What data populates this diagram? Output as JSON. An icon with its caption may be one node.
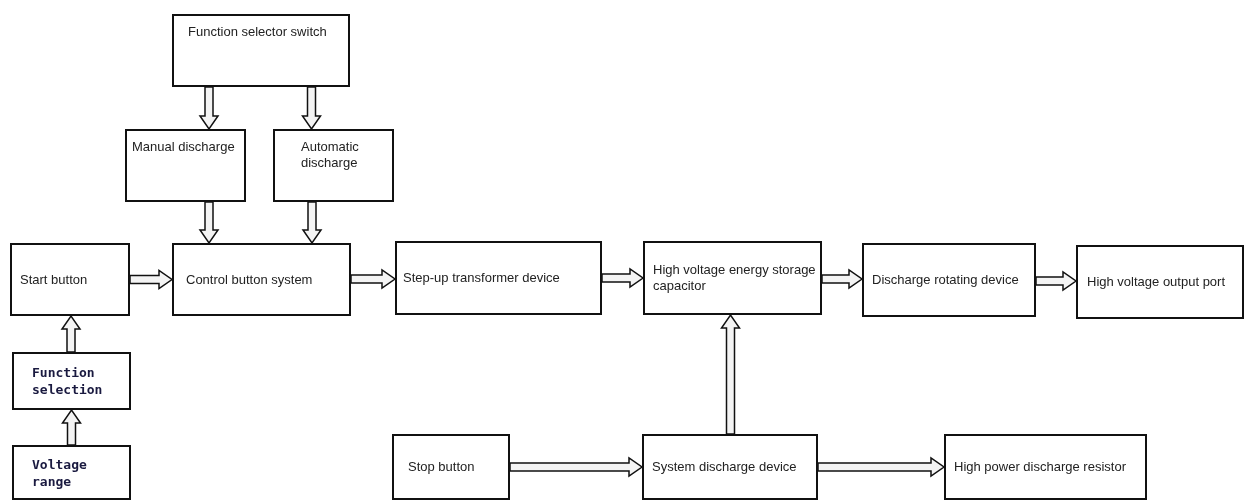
{
  "diagram": {
    "nodes": [
      {
        "text": [
          "Function selector switch"
        ]
      },
      {
        "text": [
          "Manual discharge"
        ]
      },
      {
        "text": [
          "Automatic discharge"
        ]
      },
      {
        "text": [
          "Start button"
        ]
      },
      {
        "text": [
          "Control button system"
        ]
      },
      {
        "text": [
          "Step-up transformer device"
        ]
      },
      {
        "text": [
          "High voltage energy storage capacitor"
        ]
      },
      {
        "text": [
          "Discharge rotating device"
        ]
      },
      {
        "text": [
          "High voltage output port"
        ]
      },
      {
        "text": [
          "Function selection"
        ]
      },
      {
        "text": [
          "Voltage range"
        ]
      },
      {
        "text": [
          "Stop button"
        ]
      },
      {
        "text": [
          "System discharge device"
        ]
      },
      {
        "text": [
          "High power discharge resistor"
        ]
      }
    ],
    "edges": [
      {
        "from": 0,
        "to": 1,
        "arrow": "to"
      },
      {
        "from": 0,
        "to": 2,
        "arrow": "to"
      },
      {
        "from": 1,
        "to": 4,
        "arrow": "to"
      },
      {
        "from": 2,
        "to": 4,
        "arrow": "to"
      },
      {
        "from": 3,
        "to": 4,
        "arrow": "to"
      },
      {
        "from": 4,
        "to": 5,
        "arrow": "to"
      },
      {
        "from": 5,
        "to": 6,
        "arrow": "to"
      },
      {
        "from": 6,
        "to": 7,
        "arrow": "to"
      },
      {
        "from": 7,
        "to": 8,
        "arrow": "to"
      },
      {
        "from": 9,
        "to": 3,
        "arrow": "to"
      },
      {
        "from": 10,
        "to": 9,
        "arrow": "to"
      },
      {
        "from": 12,
        "to": 6,
        "arrow": "to"
      },
      {
        "from": 11,
        "to": 12,
        "arrow": "to"
      },
      {
        "from": 12,
        "to": 13,
        "arrow": "to"
      }
    ]
  }
}
